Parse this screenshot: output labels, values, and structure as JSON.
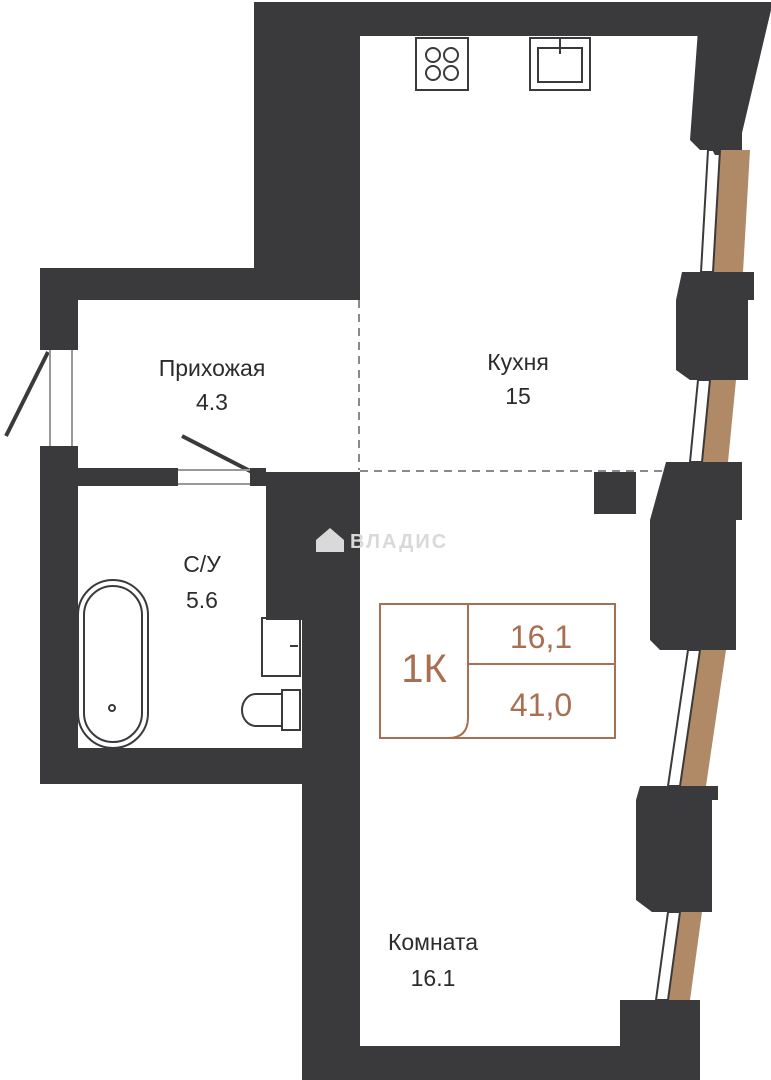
{
  "colors": {
    "wall": "#3a3a3c",
    "window_frame": "#b08a66",
    "accent": "#a86f52",
    "watermark": "#d9d9d9"
  },
  "rooms": {
    "hallway": {
      "name": "Прихожая",
      "area": "4.3"
    },
    "kitchen": {
      "name": "Кухня",
      "area": "15"
    },
    "bathroom": {
      "name": "С/У",
      "area": "5.6"
    },
    "living": {
      "name": "Комната",
      "area": "16.1"
    }
  },
  "badge": {
    "type": "1К",
    "living_area": "16,1",
    "total_area": "41,0"
  },
  "watermark": {
    "text": "ВЛАДИС"
  },
  "icons": [
    "stove-icon",
    "sink-icon",
    "bathtub-icon",
    "toilet-icon",
    "washbasin-icon",
    "house-logo-icon"
  ]
}
